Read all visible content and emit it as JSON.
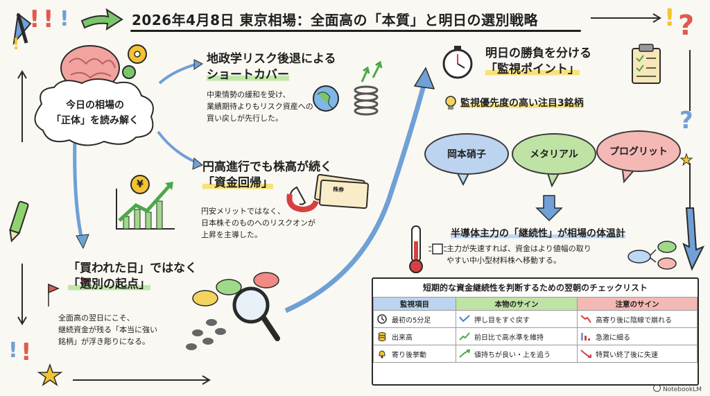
{
  "title": "2026年4月8日 東京相場：全面高の「本質」と明日の選別戦略",
  "center_cloud": {
    "line1": "今日の相場の",
    "line2": "「正体」を読み解く"
  },
  "section1": {
    "heading_line1": "地政学リスク後退による",
    "heading_line2": "ショートカバー",
    "body": [
      "中東情勢の緩和を受け、",
      "業績期待よりもリスク資産への",
      "買い戻しが先行した。"
    ]
  },
  "section2": {
    "heading_line1": "円高進行でも株高が続く",
    "heading_line2": "「資金回帰」",
    "body": [
      "円安メリットではなく、",
      "日本株そのものへのリスクオンが",
      "上昇を主導した。"
    ],
    "yen_symbol": "¥",
    "certificate_label": "株券"
  },
  "section3": {
    "heading_line1": "「買われた日」ではなく",
    "heading_line2": "「選別の起点」",
    "body": [
      "全面高の翌日にこそ、",
      "継続資金が残る「本当に強い",
      "銘柄」が浮き彫りになる。"
    ]
  },
  "watch": {
    "heading_line1": "明日の勝負を分ける",
    "heading_line2": "「監視ポイント」",
    "sub_heading": "監視優先度の高い注目3銘柄",
    "stocks": [
      "岡本硝子",
      "メタリアル",
      "プログリット"
    ]
  },
  "semiconductor": {
    "heading": "半導体主力の「継続性」が相場の体温計",
    "body": [
      "主力が失速すれば、資金はより値幅の取り",
      "やすい中小型材料株へ移動する。"
    ]
  },
  "checklist": {
    "title": "短期的な資金継続性を判断するための翌朝のチェックリスト",
    "headers": [
      "監視項目",
      "本物のサイン",
      "注意のサイン"
    ],
    "rows": [
      {
        "item": "最初の5分足",
        "real": "押し目をすぐ戻す",
        "caution": "高寄り後に陰線で崩れる",
        "item_icon": "clock-icon"
      },
      {
        "item": "出来高",
        "real": "前日比で高水準を維持",
        "caution": "急激に細る",
        "item_icon": "coins-icon"
      },
      {
        "item": "寄り後挙動",
        "real": "値持ちが良い・上を追う",
        "caution": "特買い終了後に失速",
        "item_icon": "bell-icon"
      }
    ],
    "colors": {
      "item_header": "#bcd4ef",
      "real_header": "#bfe2a5",
      "caution_header": "#f4b8b5"
    }
  },
  "brand": "NotebookLM",
  "marks": {
    "exclaim": "!",
    "question": "?"
  }
}
